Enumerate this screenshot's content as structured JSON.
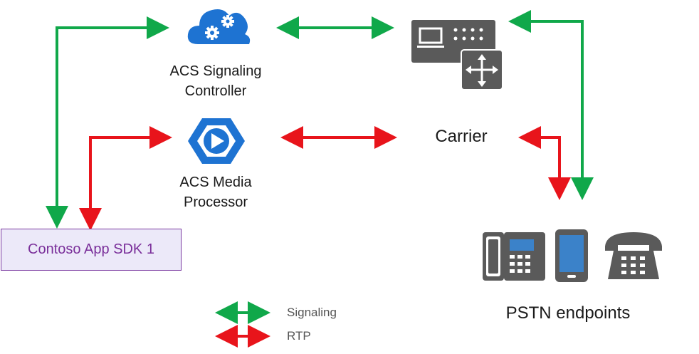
{
  "nodes": {
    "signaling_controller": {
      "line1": "ACS Signaling",
      "line2": "Controller"
    },
    "media_processor": {
      "line1": "ACS Media",
      "line2": "Processor"
    },
    "carrier": "Carrier",
    "sdk": "Contoso App SDK 1",
    "pstn": "PSTN endpoints"
  },
  "legend": {
    "signaling": "Signaling",
    "rtp": "RTP"
  },
  "colors": {
    "signaling": "#10a84a",
    "rtp": "#e8141b",
    "icon_blue": "#1e73d2",
    "device_gray": "#5a5a5a",
    "screen_blue": "#3b82c9"
  },
  "icons": [
    "cloud-gears-icon",
    "media-processor-icon",
    "carrier-router-icon",
    "desk-phone-icon",
    "mobile-phone-icon",
    "rotary-phone-icon"
  ]
}
